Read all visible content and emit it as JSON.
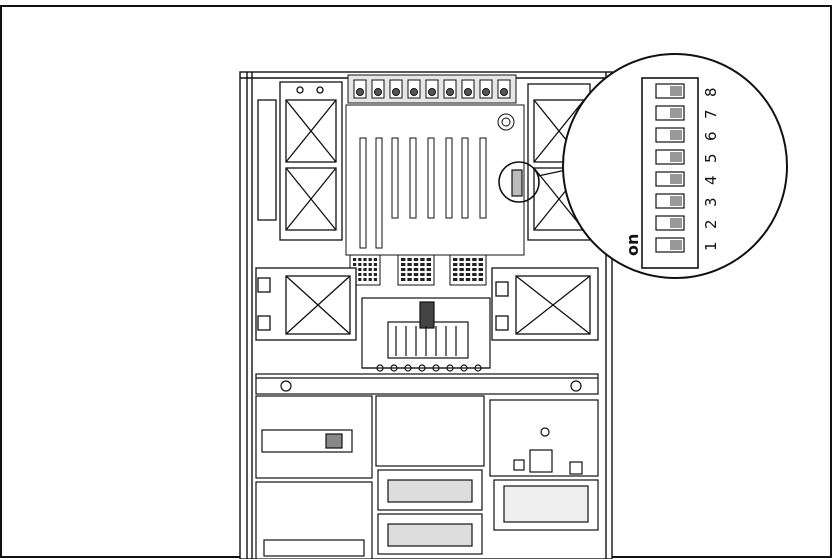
{
  "figure": {
    "subject": "server chassis top view with system board DIP switch callout",
    "callout": {
      "on_label": "on",
      "switch_numbers": [
        "1",
        "2",
        "3",
        "4",
        "5",
        "6",
        "7",
        "8"
      ]
    }
  },
  "colors": {
    "line": "#111111",
    "paper": "#ffffff",
    "shade": "#d9d9d9",
    "dark": "#333333"
  }
}
